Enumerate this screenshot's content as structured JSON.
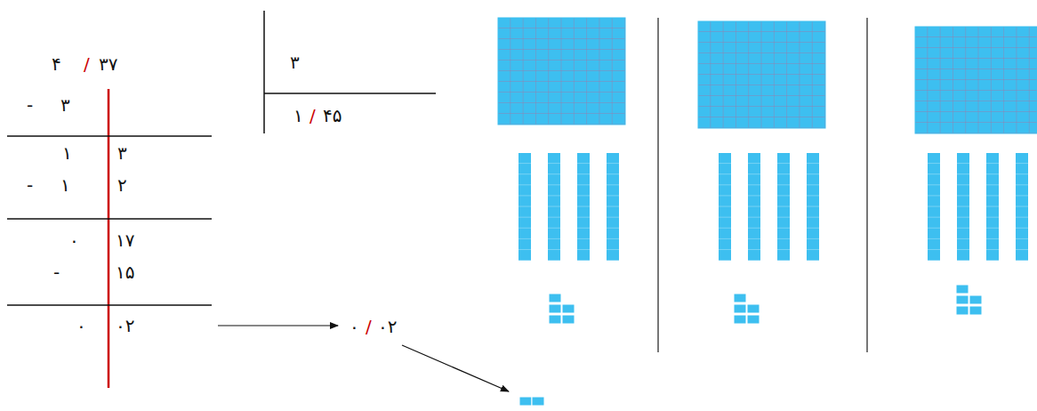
{
  "diagram": {
    "labels": [
      "۴",
      "/",
      "۳۷",
      "-",
      "۳",
      "۱",
      "۳",
      "-",
      "۱",
      "۲",
      "۰",
      "۱۷",
      "-",
      "۱۵",
      "۰",
      "۰۲",
      "۳",
      "۱",
      "/",
      "۴۵",
      "۰",
      "/",
      "۰۲"
    ]
  }
}
